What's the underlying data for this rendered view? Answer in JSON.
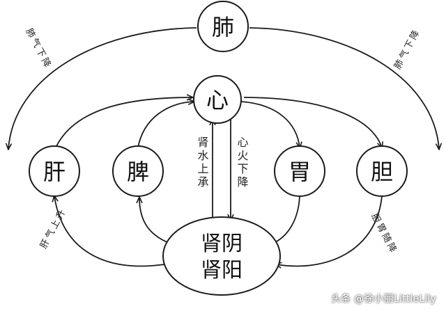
{
  "diagram": {
    "nodes": {
      "lung": "肺",
      "heart": "心",
      "liver": "肝",
      "spleen": "脾",
      "stomach": "胃",
      "gallbladder": "胆",
      "kidney_yin": "肾阴",
      "kidney_yang": "肾阳"
    },
    "labels": {
      "top_left": "肺气下降",
      "top_right": "肺气下降",
      "kidney_water_rising": "肾水上承",
      "heart_fire_descending": "心火下降",
      "liver_qi_rising": "肝气上升",
      "gallbladder_stomach_descending": "胆胃随降"
    },
    "colors": {
      "stroke": "#1a1a1a",
      "text": "#111111"
    }
  },
  "watermark": "头条 @徐小丽LittleLily"
}
